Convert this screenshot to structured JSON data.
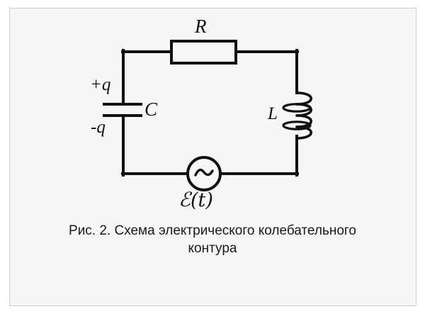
{
  "figure": {
    "panel_background": "#f6f6f6",
    "frame_color": "#cfcfcf",
    "stroke_color": "#111111"
  },
  "circuit": {
    "components": {
      "resistor": {
        "label": "R",
        "name": "resistor"
      },
      "capacitor": {
        "label": "C",
        "charge_top": "+q",
        "charge_bottom": "-q",
        "name": "capacitor"
      },
      "inductor": {
        "label": "L",
        "name": "inductor"
      },
      "source": {
        "label_e": "ℰ",
        "label_arg": "(t)",
        "symbol": "~",
        "name": "ac-voltage-source"
      }
    }
  },
  "caption": {
    "line1": "Рис.  2. Схема электрического колебательного",
    "line2": "контура"
  }
}
